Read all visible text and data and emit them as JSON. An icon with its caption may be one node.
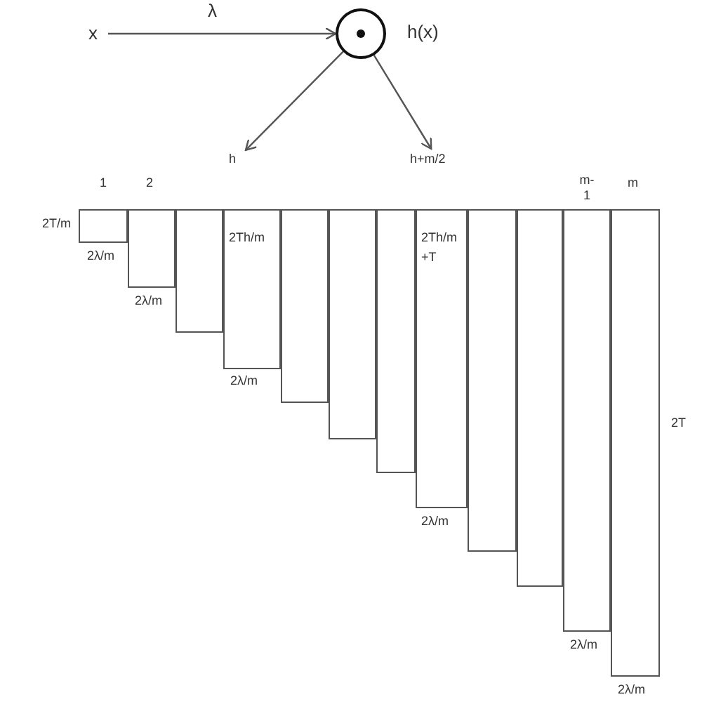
{
  "diagram": {
    "nodes": [
      {
        "text": [
          "x"
        ]
      },
      {
        "text": [],
        "shape": "circle",
        "beside": [
          "h(x)"
        ]
      },
      {
        "text": [
          "h"
        ]
      },
      {
        "text": [
          "h+m/2"
        ]
      },
      {
        "text": [],
        "shape": "bar",
        "beside": [
          "2T/m",
          "2λ/m"
        ]
      },
      {
        "text": [],
        "shape": "bar",
        "beside": [
          "2λ/m"
        ]
      },
      {
        "text": [],
        "shape": "bar"
      },
      {
        "text": [
          "2Th/m"
        ],
        "beside": [
          "2λ/m"
        ]
      },
      {
        "text": [],
        "shape": "bar"
      },
      {
        "text": [],
        "shape": "bar"
      },
      {
        "text": [],
        "shape": "bar"
      },
      {
        "text": [
          "2Th/m +T"
        ],
        "beside": [
          "2λ/m"
        ]
      },
      {
        "text": [],
        "shape": "bar"
      },
      {
        "text": [],
        "shape": "bar"
      },
      {
        "text": [],
        "shape": "bar",
        "beside": [
          "2λ/m"
        ]
      },
      {
        "text": [],
        "shape": "bar",
        "beside": [
          "2λ/m",
          "2T"
        ]
      }
    ],
    "edges": [
      {
        "from": 0,
        "to": 1,
        "arrow": "to",
        "label": "λ"
      },
      {
        "from": 1,
        "to": 2,
        "arrow": "to"
      },
      {
        "from": 1,
        "to": 3,
        "arrow": "to"
      }
    ],
    "labels": [
      "1",
      "2",
      "m- 1",
      "m"
    ]
  }
}
